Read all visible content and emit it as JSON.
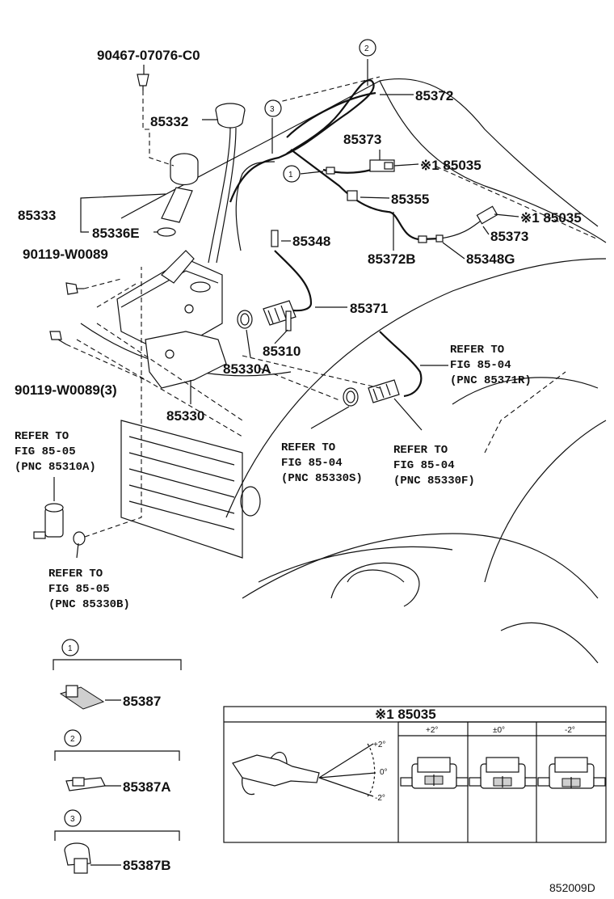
{
  "labels": {
    "p90467": "90467-07076-C0",
    "p85332": "85332",
    "p85333": "85333",
    "p85336e": "85336E",
    "p90119a": "90119-W0089",
    "p90119b": "90119-W0089(3)",
    "p85330": "85330",
    "p85330a": "85330A",
    "p85310": "85310",
    "p85371": "85371",
    "p85348": "85348",
    "p85372": "85372",
    "p85373a": "85373",
    "p85035a": "※1 85035",
    "p85355": "85355",
    "p85035b": "※1 85035",
    "p85373b": "85373",
    "p85372b": "85372B",
    "p85348g": "85348G",
    "p85387": "85387",
    "p85387a": "85387A",
    "p85387b": "85387B"
  },
  "callouts": {
    "c1": "1",
    "c2": "2",
    "c3": "3"
  },
  "refs": {
    "r1": [
      "REFER TO",
      "FIG 85-05",
      "(PNC 85310A)"
    ],
    "r2": [
      "REFER TO",
      "FIG 85-05",
      "(PNC 85330B)"
    ],
    "r3": [
      "REFER TO",
      "FIG 85-04",
      "(PNC 85371R)"
    ],
    "r4": [
      "REFER TO",
      "FIG 85-04",
      "(PNC 85330S)"
    ],
    "r5": [
      "REFER TO",
      "FIG 85-04",
      "(PNC 85330F)"
    ]
  },
  "detail": {
    "title": "※1 85035",
    "columns": [
      "+2°",
      "±0°",
      "-2°"
    ],
    "angles": [
      "+2°",
      "0°",
      "-2°"
    ]
  },
  "diagram_id": "852009D"
}
